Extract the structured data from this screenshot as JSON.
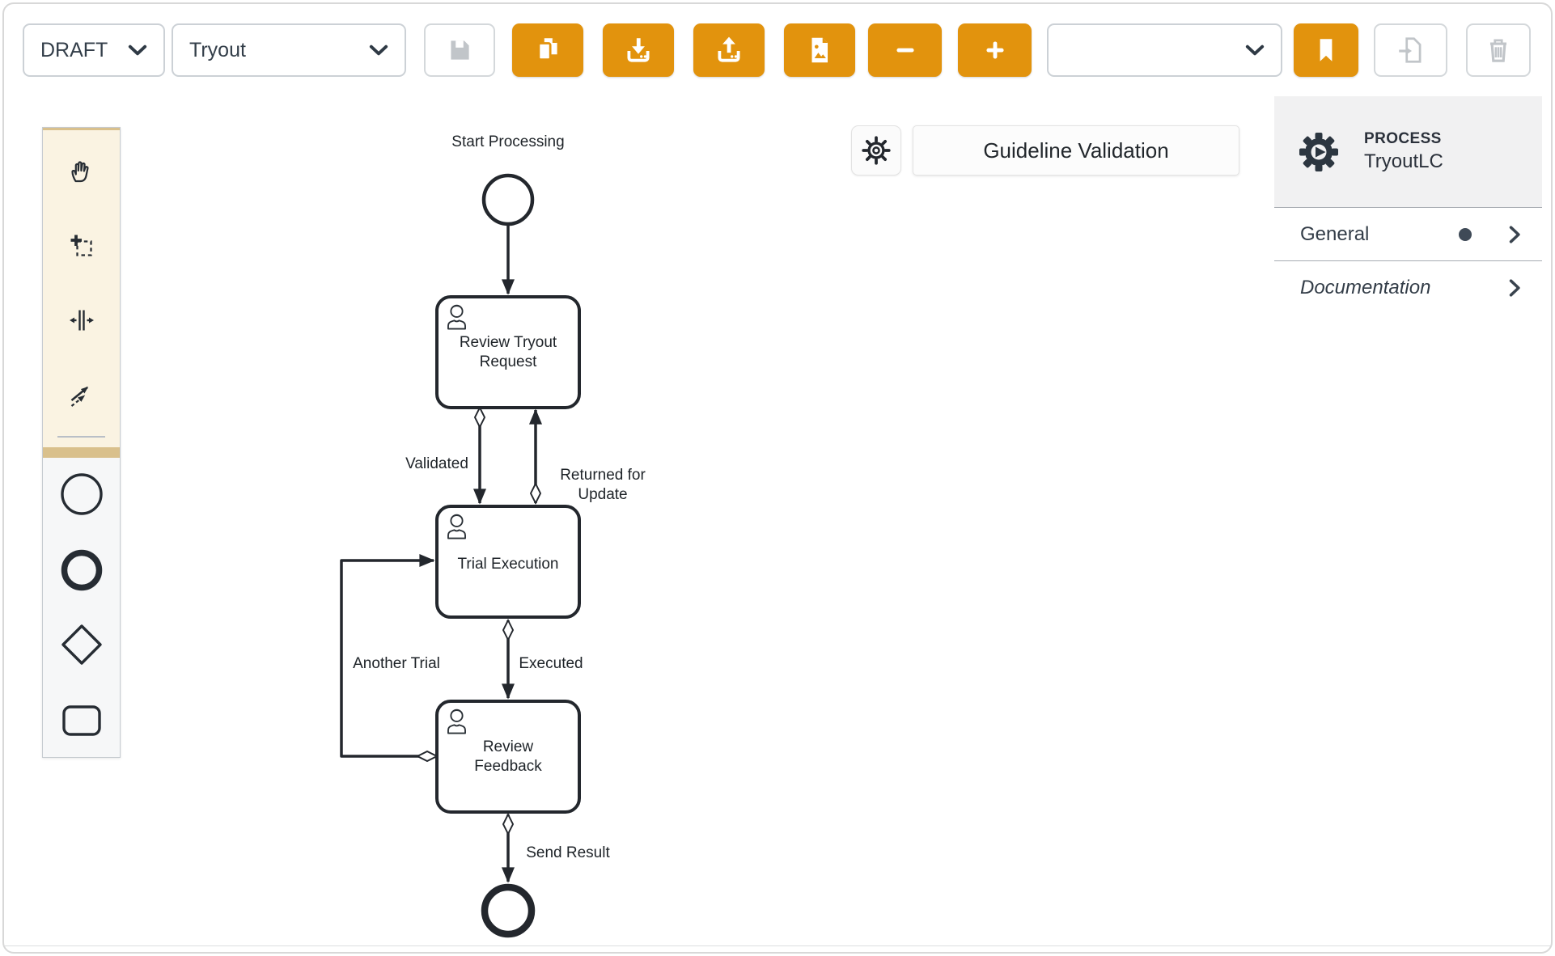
{
  "colors": {
    "accent": "#e2930d",
    "dark-text": "#2f3a45",
    "diagram-stroke": "#23272d",
    "disabled-icon": "#c1c5c9",
    "palette-beige": "#faf3e2",
    "palette-gold": "#d9c08c",
    "panel-header-bg": "#f1f1f2"
  },
  "toolbar": {
    "status_select": {
      "value": "DRAFT"
    },
    "model_select": {
      "value": "Tryout"
    },
    "version_select": {
      "value": ""
    },
    "icons": [
      "save-icon",
      "copy-icon",
      "download-icon",
      "upload-icon",
      "export-image-icon",
      "zoom-out-icon",
      "zoom-in-icon",
      "bookmark-icon",
      "import-icon",
      "delete-icon"
    ]
  },
  "canvas": {
    "validation_button_label": "Guideline Validation",
    "settings_icon": "gear-icon",
    "palette_tools": [
      "hand-tool",
      "lasso-tool",
      "space-tool",
      "connect-tool",
      "start-event-shape",
      "end-event-shape",
      "gateway-shape",
      "task-shape"
    ],
    "diagram": {
      "start_event_label": "Start Processing",
      "task_labels": [
        [
          "Review Tryout",
          "Request"
        ],
        [
          "Trial Execution"
        ],
        [
          "Review",
          "Feedback"
        ]
      ],
      "flow_labels": {
        "validated": "Validated",
        "returned_for_update": [
          "Returned for",
          "Update"
        ],
        "executed": "Executed",
        "another_trial": "Another Trial",
        "send_result": "Send Result"
      }
    }
  },
  "properties_panel": {
    "element_type_label": "PROCESS",
    "element_name": "TryoutLC",
    "sections": [
      {
        "label": "General",
        "has_unsaved_dot": true
      },
      {
        "label": "Documentation",
        "has_unsaved_dot": false
      }
    ]
  }
}
